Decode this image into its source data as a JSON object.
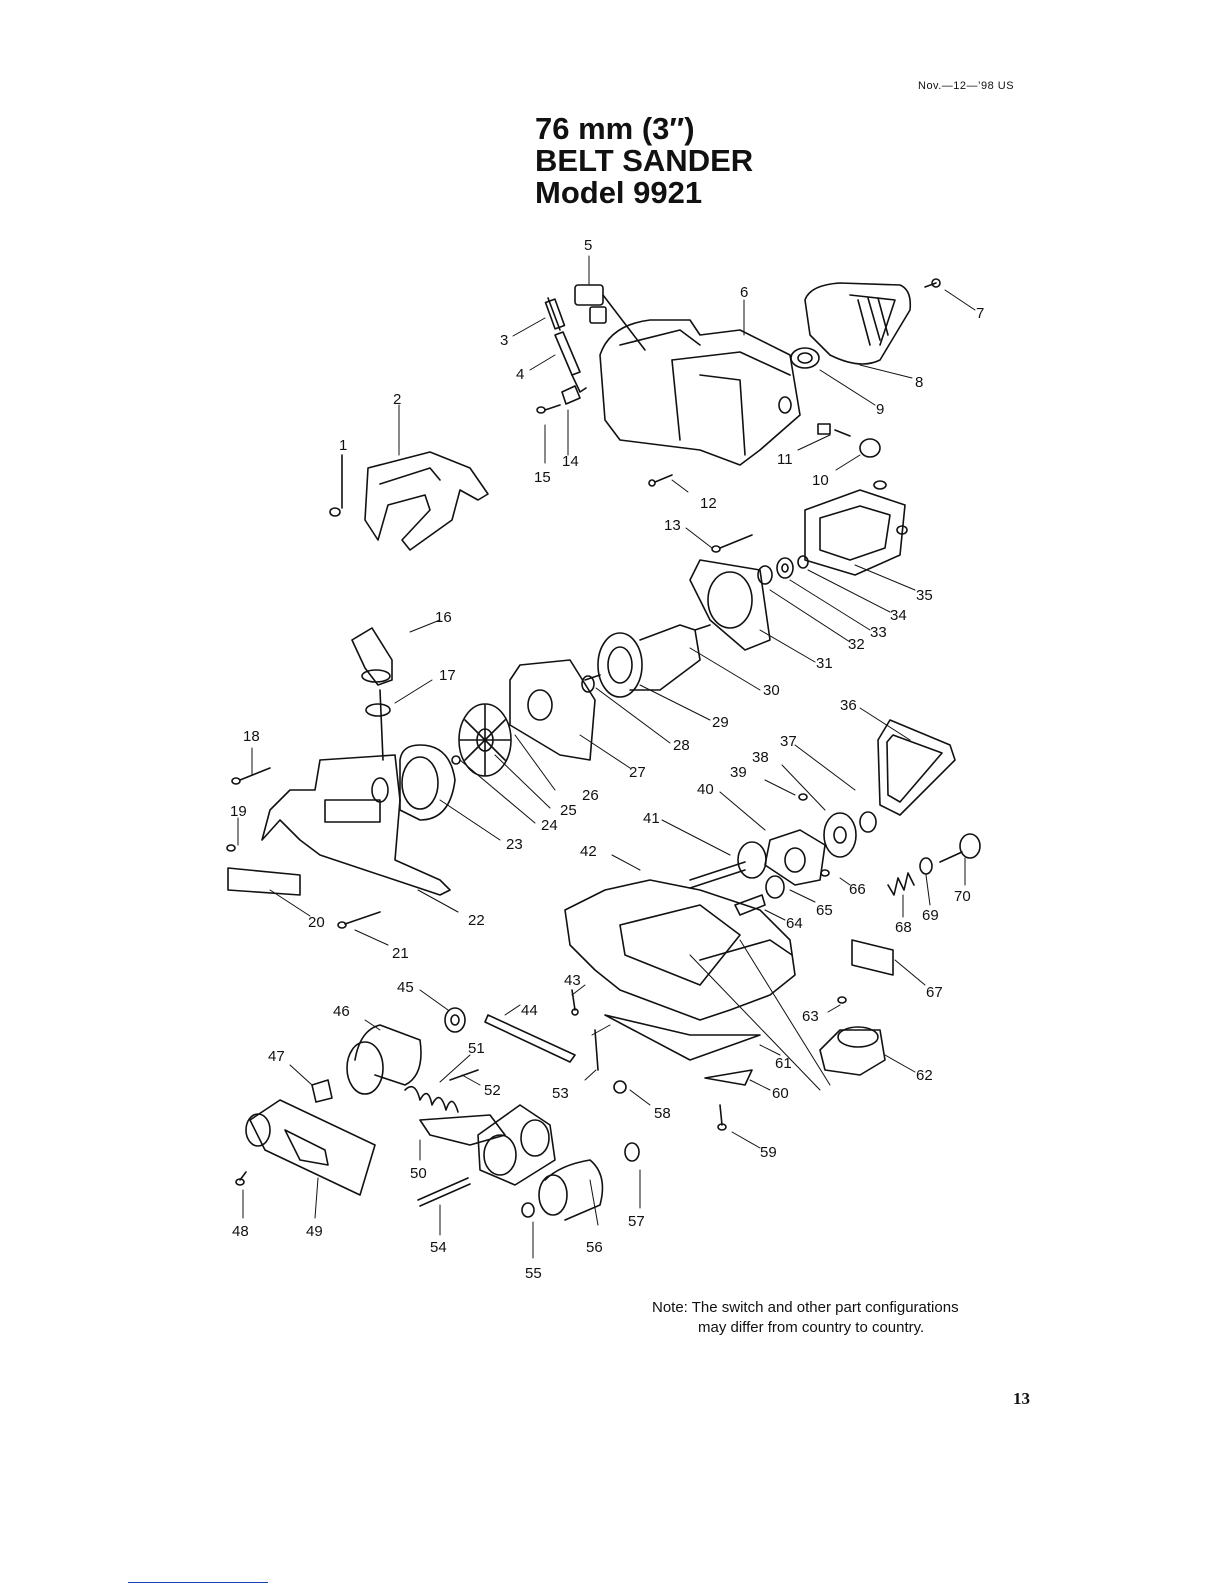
{
  "header": {
    "date_code": "Nov.—12—’98 US",
    "title_line1": "76 mm (3″)",
    "title_line2": "BELT SANDER",
    "title_line3": "Model 9921"
  },
  "part_labels": [
    "1",
    "2",
    "3",
    "4",
    "5",
    "6",
    "7",
    "8",
    "9",
    "10",
    "11",
    "12",
    "13",
    "14",
    "15",
    "16",
    "17",
    "18",
    "19",
    "20",
    "21",
    "22",
    "23",
    "24",
    "25",
    "26",
    "27",
    "28",
    "29",
    "30",
    "31",
    "32",
    "33",
    "34",
    "35",
    "36",
    "37",
    "38",
    "39",
    "40",
    "41",
    "42",
    "43",
    "44",
    "45",
    "46",
    "47",
    "48",
    "49",
    "50",
    "51",
    "52",
    "53",
    "54",
    "55",
    "56",
    "57",
    "58",
    "59",
    "60",
    "61",
    "62",
    "63",
    "64",
    "65",
    "66",
    "67",
    "68",
    "69",
    "70"
  ],
  "note": {
    "line1": "Note: The switch and other part configurations",
    "line2": "may differ from country to country."
  },
  "page_number": "13",
  "colors": {
    "ink": "#111111",
    "footer_rule": "#1a3fb8"
  }
}
